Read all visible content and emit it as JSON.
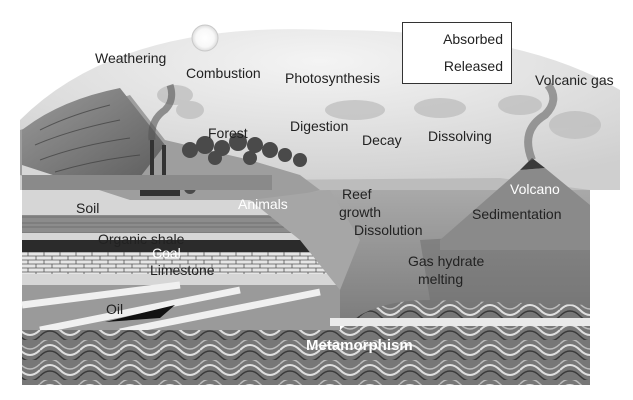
{
  "legend": {
    "absorbed": "Absorbed",
    "released": "Released"
  },
  "labels": {
    "weathering": "Weathering",
    "combustion": "Combustion",
    "photosynthesis": "Photosynthesis",
    "volcanic_gas": "Volcanic gas",
    "forest": "Forest",
    "digestion": "Digestion",
    "decay": "Decay",
    "dissolving": "Dissolving",
    "volcano": "Volcano",
    "reef_growth_1": "Reef",
    "reef_growth_2": "growth",
    "sedimentation": "Sedimentation",
    "soil": "Soil",
    "animals": "Animals",
    "dissolution": "Dissolution",
    "organic_shale": "Organic shale",
    "coal": "Coal",
    "limestone": "Limestone",
    "gas_hydrate_1": "Gas hydrate",
    "gas_hydrate_2": "melting",
    "oil": "Oil",
    "metamorphism": "Metamorphism"
  }
}
